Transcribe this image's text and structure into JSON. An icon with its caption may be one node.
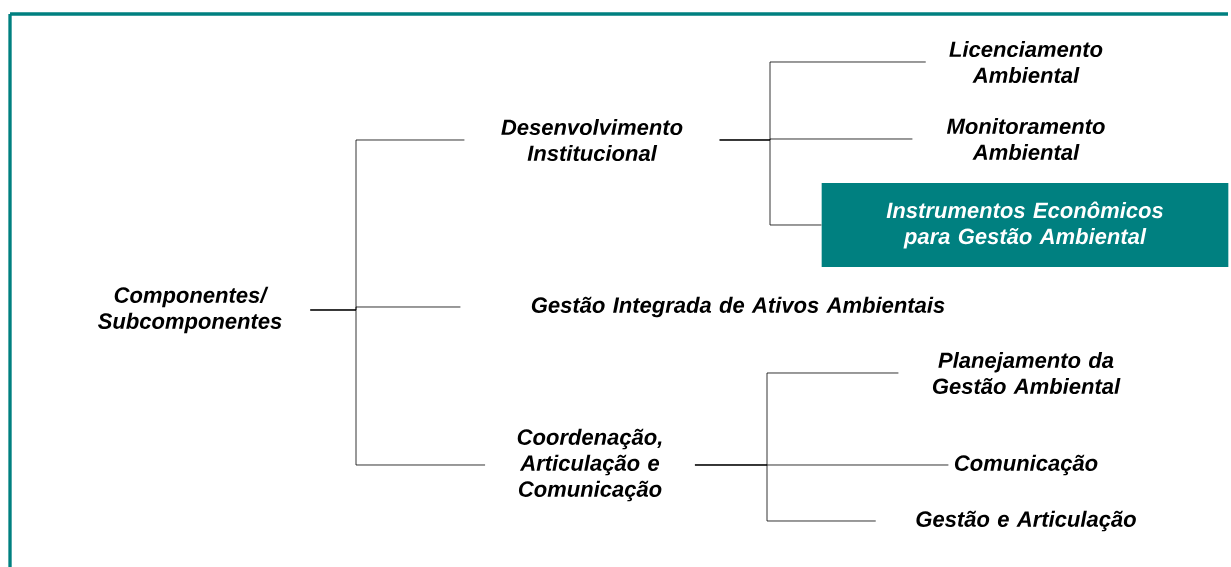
{
  "diagram": {
    "nodes": [
      {
        "text": [
          "Componentes/ Subcomponentes"
        ]
      },
      {
        "text": [
          "Desenvolvimento Institucional"
        ]
      },
      {
        "text": [
          "Licenciamento Ambiental"
        ]
      },
      {
        "text": [
          "Monitoramento Ambiental"
        ]
      },
      {
        "text": [
          "Instrumentos Econômicos para Gestão Ambiental"
        ]
      },
      {
        "text": [
          "Gestão Integrada de Ativos Ambientais"
        ]
      },
      {
        "text": [
          "Coordenação, Articulação e Comunicação"
        ]
      },
      {
        "text": [
          "Planejamento da Gestão Ambiental"
        ]
      },
      {
        "text": [
          "Comunicação"
        ]
      },
      {
        "text": [
          "Gestão e Articulação"
        ]
      }
    ],
    "edges": [
      {
        "from": 0,
        "to": 1,
        "arrow": "none"
      },
      {
        "from": 0,
        "to": 5,
        "arrow": "none"
      },
      {
        "from": 0,
        "to": 6,
        "arrow": "none"
      },
      {
        "from": 1,
        "to": 2,
        "arrow": "none"
      },
      {
        "from": 1,
        "to": 3,
        "arrow": "none"
      },
      {
        "from": 1,
        "to": 4,
        "arrow": "none"
      },
      {
        "from": 6,
        "to": 7,
        "arrow": "none"
      },
      {
        "from": 6,
        "to": 8,
        "arrow": "none"
      },
      {
        "from": 6,
        "to": 9,
        "arrow": "none"
      }
    ]
  }
}
